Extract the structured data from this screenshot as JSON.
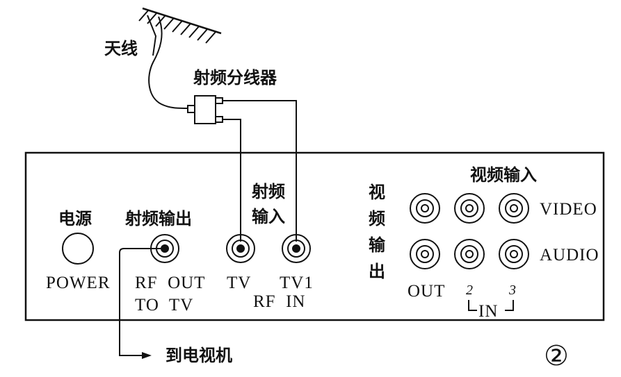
{
  "labels": {
    "antenna": "天线",
    "rf_splitter": "射频分线器",
    "power_cn": "电源",
    "rf_output_cn": "射频输出",
    "rf_input_cn": "射频输入",
    "video_output_cn": "视频输出",
    "video_input_cn": "视频输入",
    "power": "POWER",
    "rf_out": "RF  OUT",
    "to_tv": "TO  TV",
    "tv": "TV",
    "tv1": "TV1",
    "rf_in": "RF  IN",
    "out": "OUT",
    "in": "IN",
    "in_2": "2",
    "in_3": "3",
    "video": "VIDEO",
    "audio": "AUDIO",
    "to_tv_set": "到电视机",
    "figure_number": "②"
  }
}
